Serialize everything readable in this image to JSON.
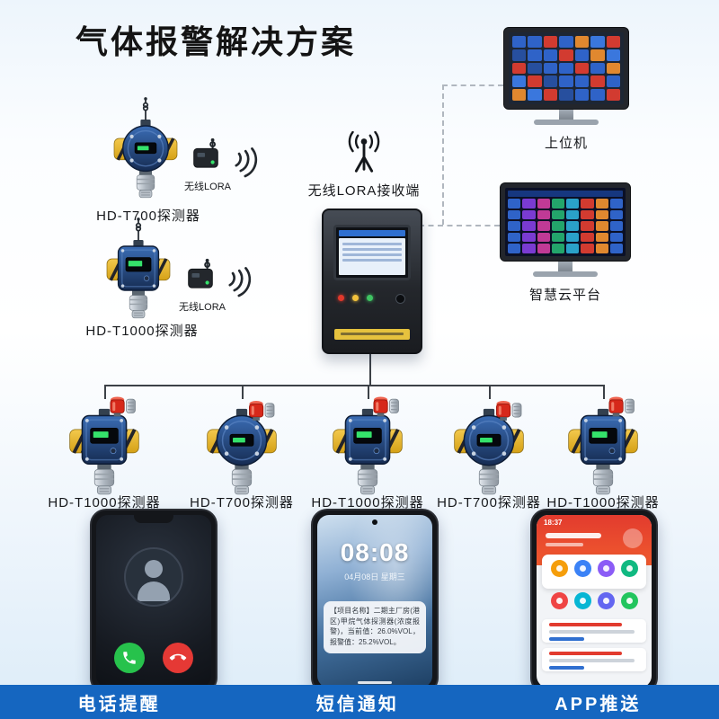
{
  "title": "气体报警解决方案",
  "receiver": {
    "label": "无线LORA接收端"
  },
  "host_monitor": {
    "label": "上位机",
    "tile_colors": [
      "#2f63c8",
      "#2f63c8",
      "#d23b30",
      "#2f63c8",
      "#e0882f",
      "#274f9e",
      "#d23b30",
      "#3a77dd"
    ]
  },
  "cloud_monitor": {
    "label": "智慧云平台",
    "tile_colors": [
      "#d23b30",
      "#2f63c8",
      "#23a56b",
      "#e0882f",
      "#7a3bd2",
      "#2aa1c9",
      "#2f63c8",
      "#c03a96"
    ]
  },
  "left_detectors": [
    {
      "model": "HD-T700",
      "label": "HD-T700探测器",
      "lora_label": "无线LORA"
    },
    {
      "model": "HD-T1000",
      "label": "HD-T1000探测器",
      "lora_label": "无线LORA"
    }
  ],
  "bottom_detectors": [
    {
      "model": "HD-T1000",
      "label": "HD-T1000探测器"
    },
    {
      "model": "HD-T700",
      "label": "HD-T700探测器"
    },
    {
      "model": "HD-T1000",
      "label": "HD-T1000探测器"
    },
    {
      "model": "HD-T700",
      "label": "HD-T700探测器"
    },
    {
      "model": "HD-T1000",
      "label": "HD-T1000探测器"
    }
  ],
  "phones": {
    "sms": {
      "time": "08:08",
      "date": "04月08日 星期三",
      "message": "【项目名称】二期主厂房(港区)甲烷气体探测器(浓度报警)，当前值：26.0%VOL，报警值：25.2%VOL。"
    },
    "app": {
      "status_time": "18:37",
      "icon_colors": [
        "#f59e0b",
        "#3b82f6",
        "#8b5cf6",
        "#10b981",
        "#ef4444",
        "#06b6d4",
        "#6366f1",
        "#22c55e"
      ]
    }
  },
  "footer": {
    "items": [
      "电话提醒",
      "短信通知",
      "APP推送"
    ]
  },
  "colors": {
    "footer_bg": "#1566c0",
    "alarm_red": "#d6281a",
    "detector_blue": "#24508f",
    "lora_green": "#35e26b",
    "line_dashed": "#b0b7bf",
    "line_solid": "#3c4147"
  }
}
